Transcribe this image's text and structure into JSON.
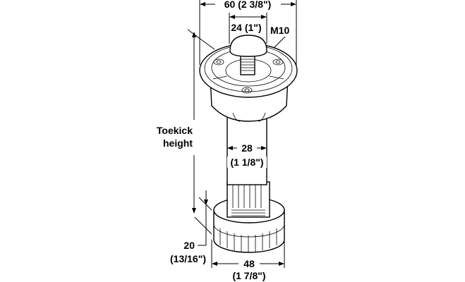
{
  "title": "Cabinet leveling leg dimension drawing",
  "dimensions": {
    "overall_width": "60 (2 3/8\")",
    "knob_width": "24 (1\")",
    "thread": "M10",
    "toekick_label_1": "Toekick",
    "toekick_label_2": "height",
    "column_mm": "28",
    "column_in": "(1 1/8\")",
    "foot_height_mm": "20",
    "foot_height_in": "(13/16\")",
    "foot_width_mm": "48",
    "foot_width_in": "(1 7/8\")"
  }
}
